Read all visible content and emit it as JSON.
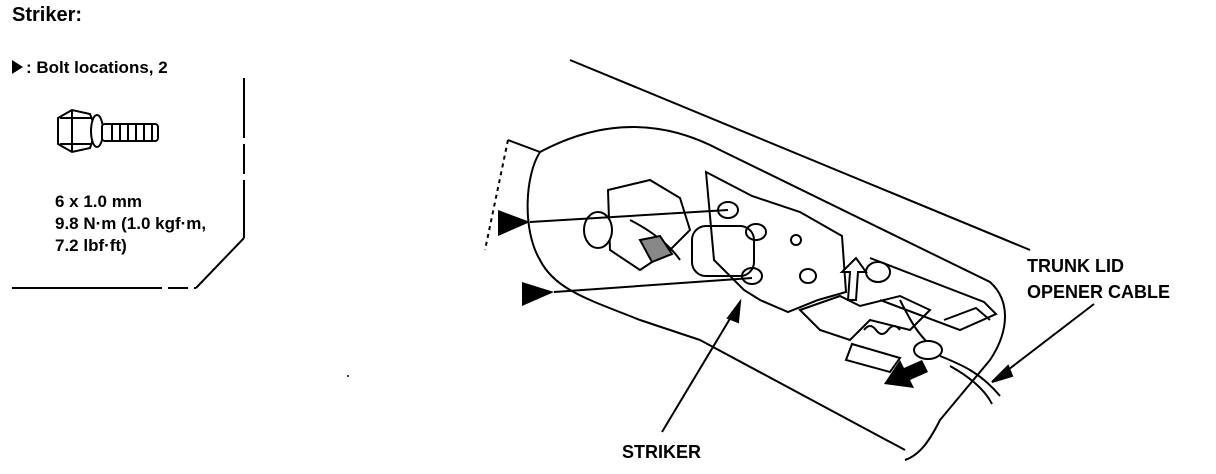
{
  "title": "Striker:",
  "bolt_note": {
    "symbol": "▶",
    "text": ": Bolt locations, 2"
  },
  "bolt_spec": {
    "size": "6 x 1.0 mm",
    "torque_line1": "9.8 N·m (1.0 kgf·m,",
    "torque_line2": "7.2 lbf·ft)"
  },
  "labels": {
    "trunk_lid_line1": "TRUNK LID",
    "trunk_lid_line2": "OPENER CABLE",
    "striker": "STRIKER"
  }
}
